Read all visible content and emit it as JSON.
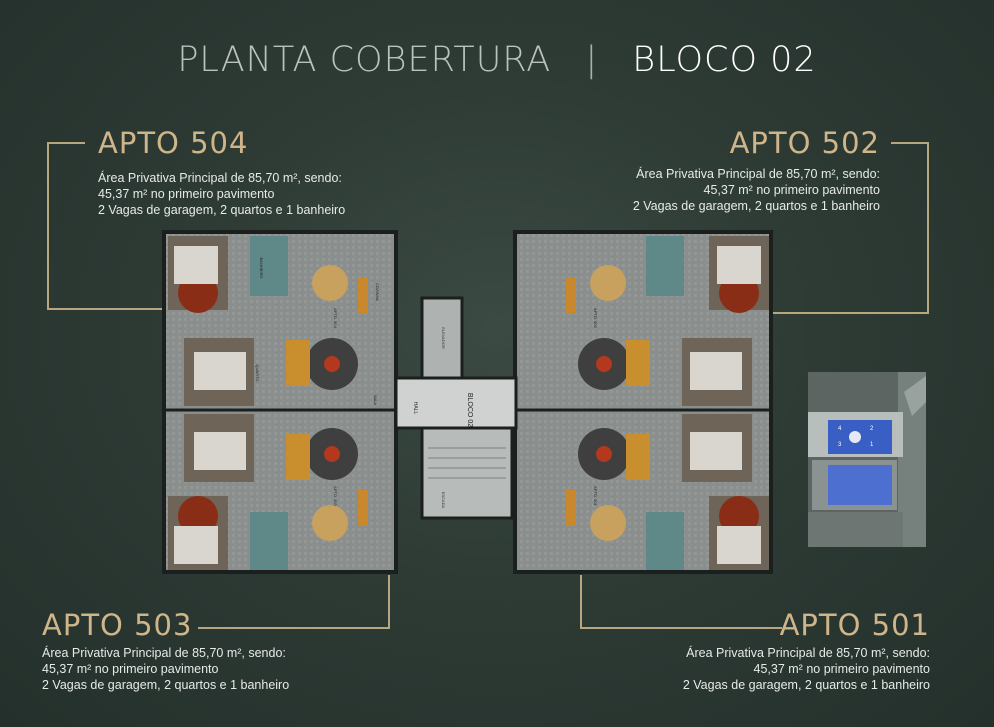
{
  "header": {
    "title_left": "PLANTA COBERTURA",
    "separator": "|",
    "title_right": "BLOCO 02"
  },
  "units": [
    {
      "name": "APTO 504",
      "lines": [
        "Área Privativa Principal de 85,70 m², sendo:",
        "45,37 m² no primeiro pavimento",
        "2 Vagas de garagem, 2 quartos e 1 banheiro"
      ]
    },
    {
      "name": "APTO 502",
      "lines": [
        "Área Privativa Principal de 85,70 m², sendo:",
        "45,37 m² no primeiro pavimento",
        "2 Vagas de garagem, 2 quartos e 1 banheiro"
      ]
    },
    {
      "name": "APTO 503",
      "lines": [
        "Área Privativa Principal de 85,70 m², sendo:",
        "45,37 m² no primeiro pavimento",
        "2 Vagas de garagem, 2 quartos e 1 banheiro"
      ]
    },
    {
      "name": "APTO 501",
      "lines": [
        "Área Privativa Principal de 85,70 m², sendo:",
        "45,37 m² no primeiro pavimento",
        "2 Vagas de garagem, 2 quartos e 1 banheiro"
      ]
    }
  ],
  "plan_labels": {
    "block": "BLOCO 02",
    "hall": "HALL",
    "elevator": "ELEVADOR",
    "stair": "ESCADA",
    "room_labels": [
      "QUARTO",
      "BANHEIRO",
      "COZINHA",
      "SALA",
      "APTO. 504",
      "APTO. 502",
      "APTO. 503",
      "APTO. 501"
    ]
  },
  "site_map": {
    "unit_numbers": [
      "4",
      "3",
      "2",
      "1"
    ]
  },
  "colors": {
    "accent_gold": "#cfb58a",
    "line_gold": "#b9a57e",
    "title_light": "#b9c2bd",
    "site_highlight": "#3a5fc4"
  }
}
